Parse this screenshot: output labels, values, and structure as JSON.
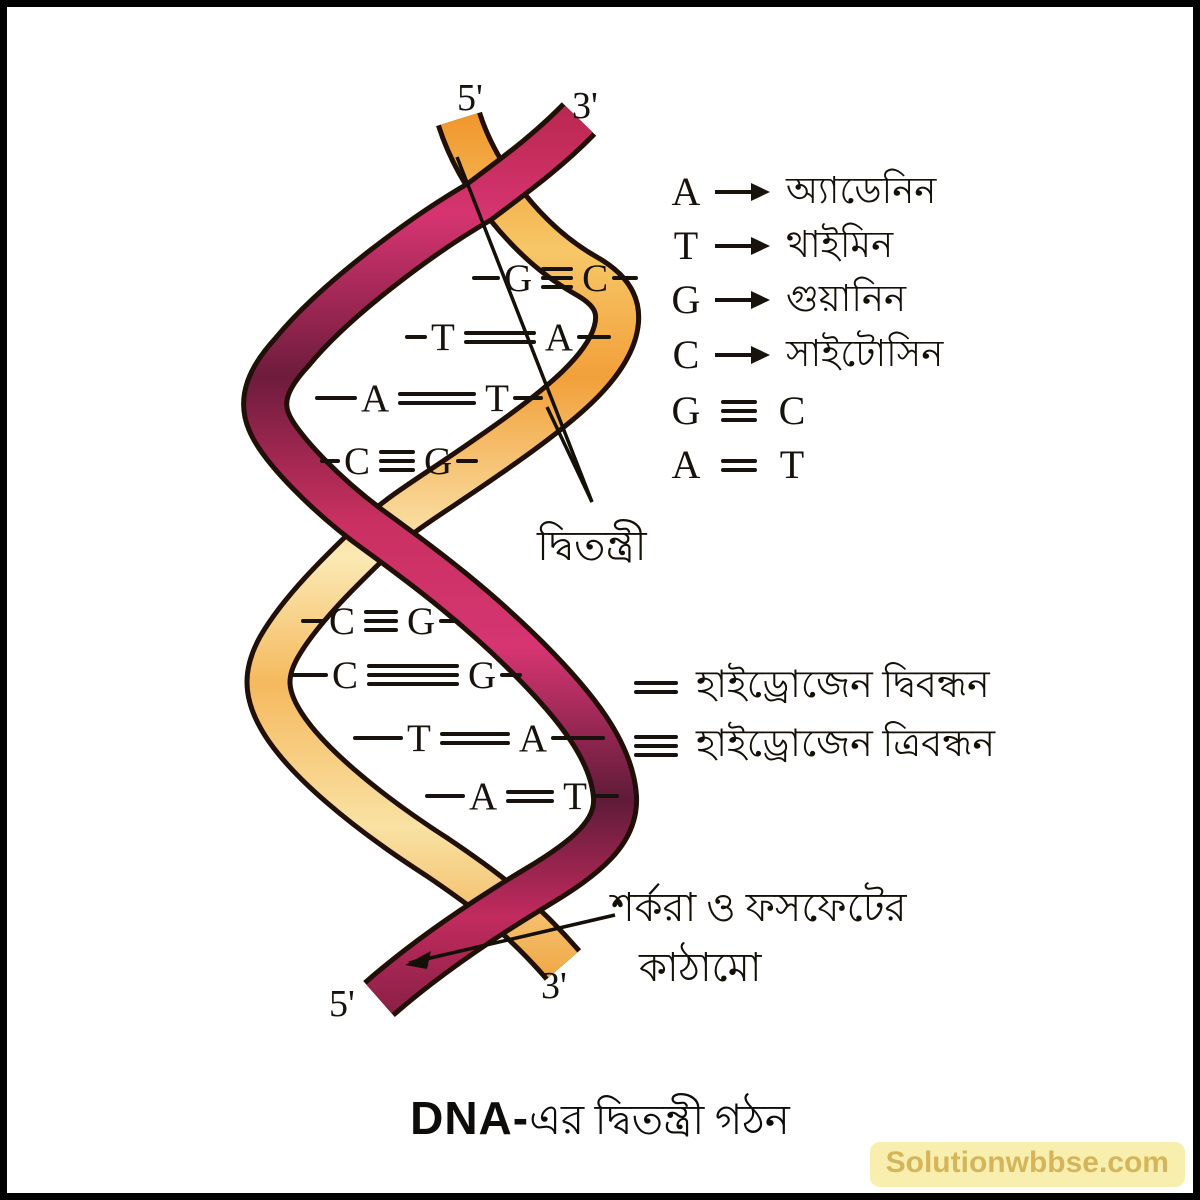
{
  "figure": {
    "strand_labels": {
      "top_left": "5'",
      "top_right": "3'",
      "bottom_left": "5'",
      "bottom_right": "3'"
    },
    "strands": [
      {
        "name": "sugar-phosphate-strand-orange",
        "color": "#F29B31"
      },
      {
        "name": "sugar-phosphate-strand-red",
        "color": "#C42B60"
      }
    ],
    "base_pairs": [
      {
        "left": "G",
        "bond": "triple",
        "right": "C"
      },
      {
        "left": "T",
        "bond": "double",
        "right": "A"
      },
      {
        "left": "A",
        "bond": "double",
        "right": "T"
      },
      {
        "left": "C",
        "bond": "triple",
        "right": "G"
      },
      {
        "left": "C",
        "bond": "triple",
        "right": "G"
      },
      {
        "left": "C",
        "bond": "triple",
        "right": "G"
      },
      {
        "left": "T",
        "bond": "double",
        "right": "A"
      },
      {
        "left": "A",
        "bond": "double",
        "right": "T"
      }
    ],
    "double_strand_label": "দ্বিতন্ত্রী",
    "backbone_label_line1": "শর্করা ও ফসফেটের",
    "backbone_label_line2": "কাঠামো"
  },
  "legend": {
    "bases": [
      {
        "symbol": "A",
        "name": "অ্যাডেনিন"
      },
      {
        "symbol": "T",
        "name": "থাইমিন"
      },
      {
        "symbol": "G",
        "name": "গুয়ানিন"
      },
      {
        "symbol": "C",
        "name": "সাইটোসিন"
      }
    ],
    "pairs": [
      {
        "left": "G",
        "bond": "triple",
        "right": "C"
      },
      {
        "left": "A",
        "bond": "double",
        "right": "T"
      }
    ],
    "bonds": [
      {
        "bond": "double",
        "label": "হাইড্রোজেন দ্বিবন্ধন"
      },
      {
        "bond": "triple",
        "label": "হাইড্রোজেন ত্রিবন্ধন"
      }
    ]
  },
  "caption": {
    "prefix": "DNA-",
    "text": "এর দ্বিতন্ত্রী গঠন"
  },
  "watermark": "Solutionwbbse.com",
  "colors": {
    "strand_red": "#C42B60",
    "strand_red_dark": "#6B1D3D",
    "strand_orange": "#F29B31",
    "strand_orange_light": "#FBE7AE",
    "outline": "#201008",
    "watermark_bg": "#F8EFAE",
    "watermark_text": "#D5B55C"
  }
}
